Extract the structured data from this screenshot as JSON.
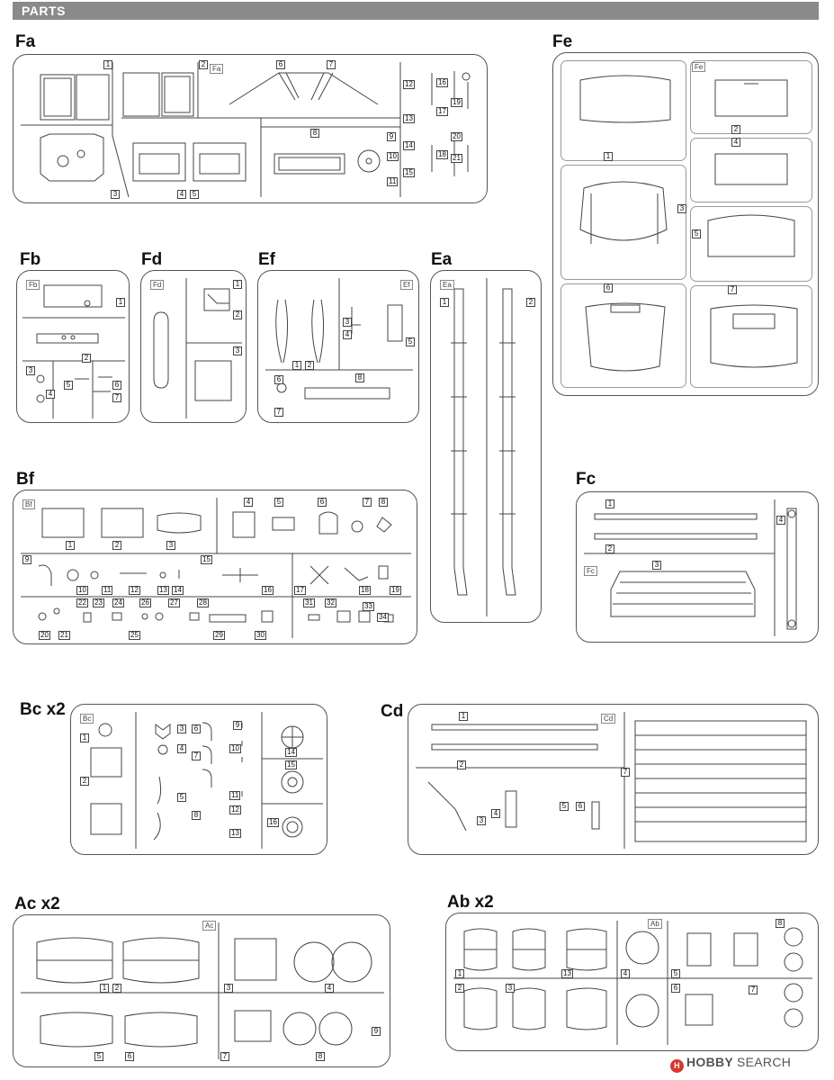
{
  "header": {
    "title": "PARTS"
  },
  "sprues": {
    "Fa": {
      "label": "Fa",
      "tag": "Fa",
      "nums": [
        "1",
        "2",
        "3",
        "4",
        "5",
        "6",
        "7",
        "8",
        "9",
        "10",
        "11",
        "12",
        "13",
        "14",
        "15",
        "16",
        "17",
        "18",
        "19",
        "20",
        "21"
      ]
    },
    "Fe": {
      "label": "Fe",
      "tag": "Fe",
      "nums": [
        "1",
        "2",
        "3",
        "4",
        "5",
        "6",
        "7"
      ]
    },
    "Fb": {
      "label": "Fb",
      "tag": "Fb",
      "nums": [
        "1",
        "2",
        "3",
        "4",
        "5",
        "6",
        "7"
      ]
    },
    "Fd": {
      "label": "Fd",
      "tag": "Fd",
      "nums": [
        "1",
        "2",
        "3"
      ]
    },
    "Ef": {
      "label": "Ef",
      "tag": "Ef",
      "nums": [
        "1",
        "2",
        "3",
        "4",
        "5",
        "6",
        "7",
        "8"
      ]
    },
    "Ea": {
      "label": "Ea",
      "tag": "Ea",
      "nums": [
        "1",
        "2"
      ]
    },
    "Bf": {
      "label": "Bf",
      "tag": "Bf",
      "nums": [
        "1",
        "2",
        "3",
        "4",
        "5",
        "6",
        "7",
        "8",
        "9",
        "10",
        "11",
        "12",
        "13",
        "14",
        "15",
        "16",
        "17",
        "18",
        "19",
        "20",
        "21",
        "22",
        "23",
        "24",
        "25",
        "26",
        "27",
        "28",
        "29",
        "30",
        "31",
        "32",
        "33",
        "34"
      ]
    },
    "Fc": {
      "label": "Fc",
      "tag": "Fc",
      "nums": [
        "1",
        "2",
        "3",
        "4"
      ]
    },
    "Bc": {
      "label": "Bc x2",
      "tag": "Bc",
      "nums": [
        "1",
        "2",
        "3",
        "4",
        "5",
        "6",
        "7",
        "8",
        "9",
        "10",
        "11",
        "12",
        "13",
        "14",
        "15",
        "16"
      ]
    },
    "Cd": {
      "label": "Cd",
      "tag": "Cd",
      "nums": [
        "1",
        "2",
        "3",
        "4",
        "5",
        "6",
        "7"
      ]
    },
    "Ac": {
      "label": "Ac x2",
      "tag": "Ac",
      "nums": [
        "1",
        "2",
        "3",
        "4",
        "5",
        "6",
        "7",
        "8",
        "9"
      ]
    },
    "Ab": {
      "label": "Ab x2",
      "tag": "Ab",
      "nums": [
        "1",
        "2",
        "3",
        "4",
        "5",
        "6",
        "7",
        "8",
        "13"
      ]
    }
  },
  "watermark": {
    "logo": "H",
    "brand": "HOBBY",
    "suffix": "SEARCH"
  }
}
